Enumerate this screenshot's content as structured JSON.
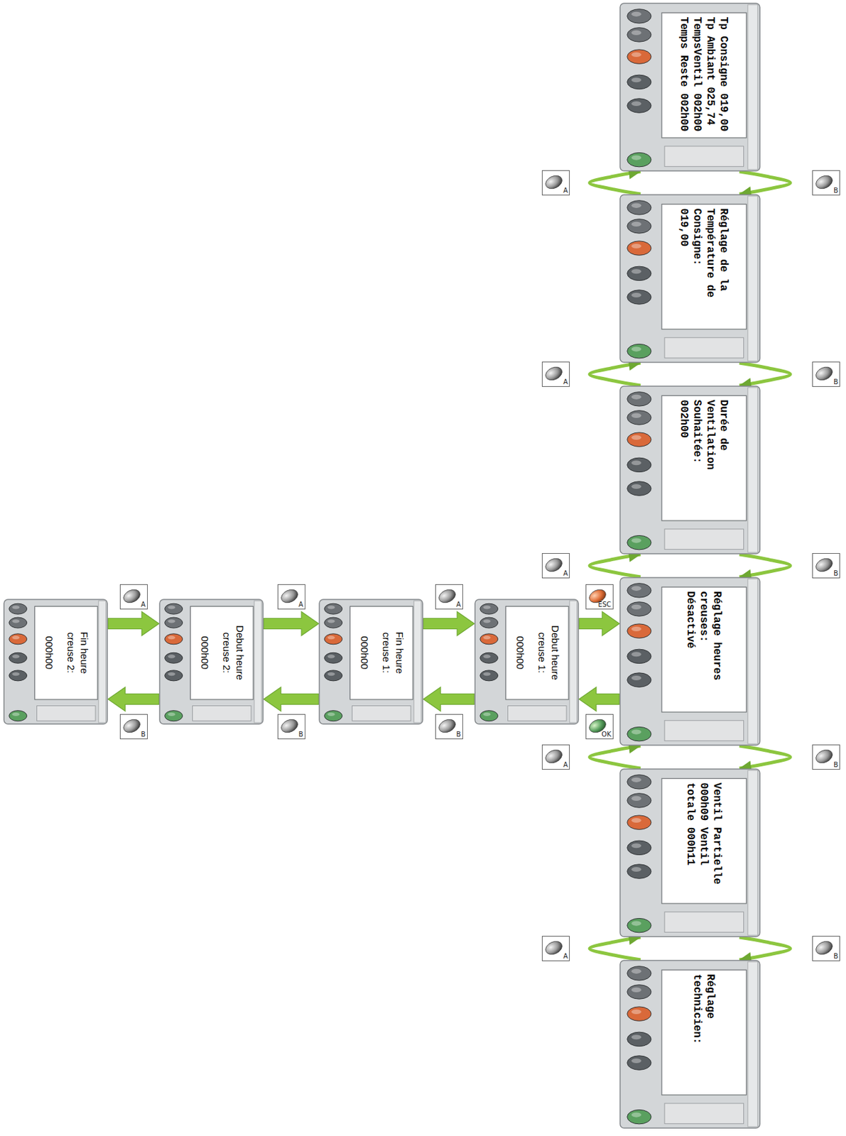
{
  "diagram": {
    "nodes": [
      {
        "text": [
          "Tp Consigne 019,00 Tp Ambiant 025,74 TempsVentil 002h00 Temps Reste 002h00"
        ]
      },
      {
        "text": [
          "Réglage de la Température de Consigne: 019,00"
        ]
      },
      {
        "text": [
          "Durée de Ventilation Souhaitée: 002h00"
        ]
      },
      {
        "text": [
          "Réglage heures creuses: Désactivé"
        ]
      },
      {
        "text": [
          "Ventil Partielle 000h09 Ventil totale 000h11"
        ]
      },
      {
        "text": [
          "Réglage technicien:"
        ]
      },
      {
        "text": [
          "Debut heure creuse 1:",
          "000h00"
        ]
      },
      {
        "text": [
          "Fin heure creuse 1:",
          "000h00"
        ]
      },
      {
        "text": [
          "Debut heure creuse 2:",
          "000h00"
        ]
      },
      {
        "text": [
          "Fin heure creuse 2:",
          "000h00"
        ]
      }
    ],
    "edges": [
      {
        "from": 0,
        "to": 1,
        "arrow": "to",
        "label": "B"
      },
      {
        "from": 1,
        "to": 0,
        "arrow": "to",
        "label": "A"
      },
      {
        "from": 1,
        "to": 2,
        "arrow": "to",
        "label": "B"
      },
      {
        "from": 2,
        "to": 1,
        "arrow": "to",
        "label": "A"
      },
      {
        "from": 2,
        "to": 3,
        "arrow": "to",
        "label": "B"
      },
      {
        "from": 3,
        "to": 2,
        "arrow": "to",
        "label": "A"
      },
      {
        "from": 3,
        "to": 4,
        "arrow": "to",
        "label": "B"
      },
      {
        "from": 4,
        "to": 3,
        "arrow": "to",
        "label": "A"
      },
      {
        "from": 4,
        "to": 5,
        "arrow": "to",
        "label": "B"
      },
      {
        "from": 5,
        "to": 4,
        "arrow": "to",
        "label": "A"
      },
      {
        "from": 3,
        "to": 6,
        "arrow": "to",
        "label": "OK"
      },
      {
        "from": 6,
        "to": 3,
        "arrow": "to",
        "label": "ESC"
      },
      {
        "from": 6,
        "to": 7,
        "arrow": "to",
        "label": "B"
      },
      {
        "from": 7,
        "to": 6,
        "arrow": "to",
        "label": "A"
      },
      {
        "from": 7,
        "to": 8,
        "arrow": "to",
        "label": "B"
      },
      {
        "from": 8,
        "to": 7,
        "arrow": "to",
        "label": "A"
      },
      {
        "from": 8,
        "to": 9,
        "arrow": "to",
        "label": "B"
      },
      {
        "from": 9,
        "to": 8,
        "arrow": "to",
        "label": "A"
      }
    ]
  }
}
